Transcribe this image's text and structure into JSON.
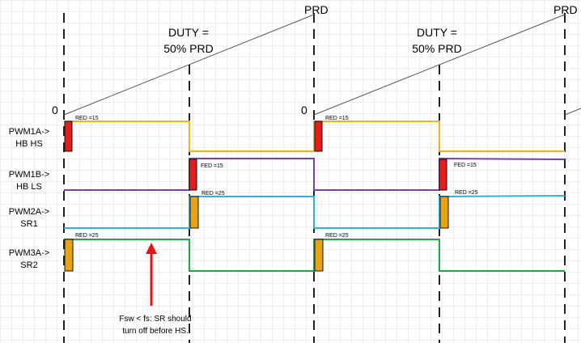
{
  "diagram": {
    "prd_label": "PRD",
    "zero_label": "0",
    "duty_line1": "DUTY =",
    "duty_line2": "50% PRD",
    "signals": [
      {
        "line1": "PWM1A->",
        "line2": "HB HS",
        "color": "#f5b21f"
      },
      {
        "line1": "PWM1B->",
        "line2": "HB LS",
        "color": "#7b3fa8"
      },
      {
        "line1": "PWM2A->",
        "line2": "SR1",
        "color": "#31b0e6"
      },
      {
        "line1": "PWM3A->",
        "line2": "SR2",
        "color": "#1ea84a"
      }
    ],
    "deadbands": {
      "red_15": "RED =15",
      "fed_15": "FED =15",
      "red_25": "RED =25"
    },
    "note_line1": "Fsw < fs: SR should",
    "note_line2": "turn off before HS.",
    "colors": {
      "grid": "#dcdcdc",
      "dead_red": "#e41c1c",
      "dead_orange": "#e8a317",
      "arrow": "#ee1111"
    }
  }
}
